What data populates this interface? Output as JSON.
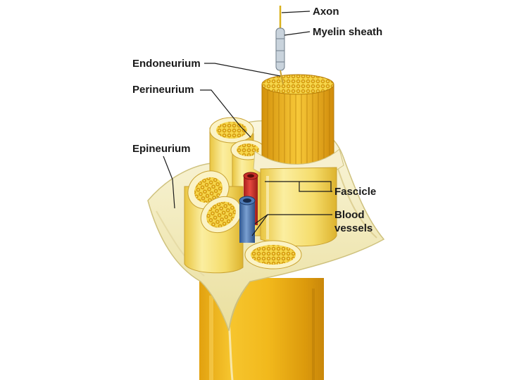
{
  "labels": {
    "axon": "Axon",
    "myelin_sheath": "Myelin sheath",
    "endoneurium": "Endoneurium",
    "perineurium": "Perineurium",
    "epineurium": "Epineurium",
    "fascicle": "Fascicle",
    "blood_vessels_line1": "Blood",
    "blood_vessels_line2": "vessels"
  },
  "colors": {
    "nerve_yellow": "#f2b91c",
    "nerve_dark": "#d9930a",
    "fascicle_light": "#f7e79a",
    "fascicle_mid": "#eccd55",
    "epineurium_sheet": "#f4eec6",
    "epineurium_edge": "#d8cf96",
    "artery_red": "#d6312b",
    "vein_blue": "#4d79b5",
    "axon_silver": "#c9d3dc"
  }
}
